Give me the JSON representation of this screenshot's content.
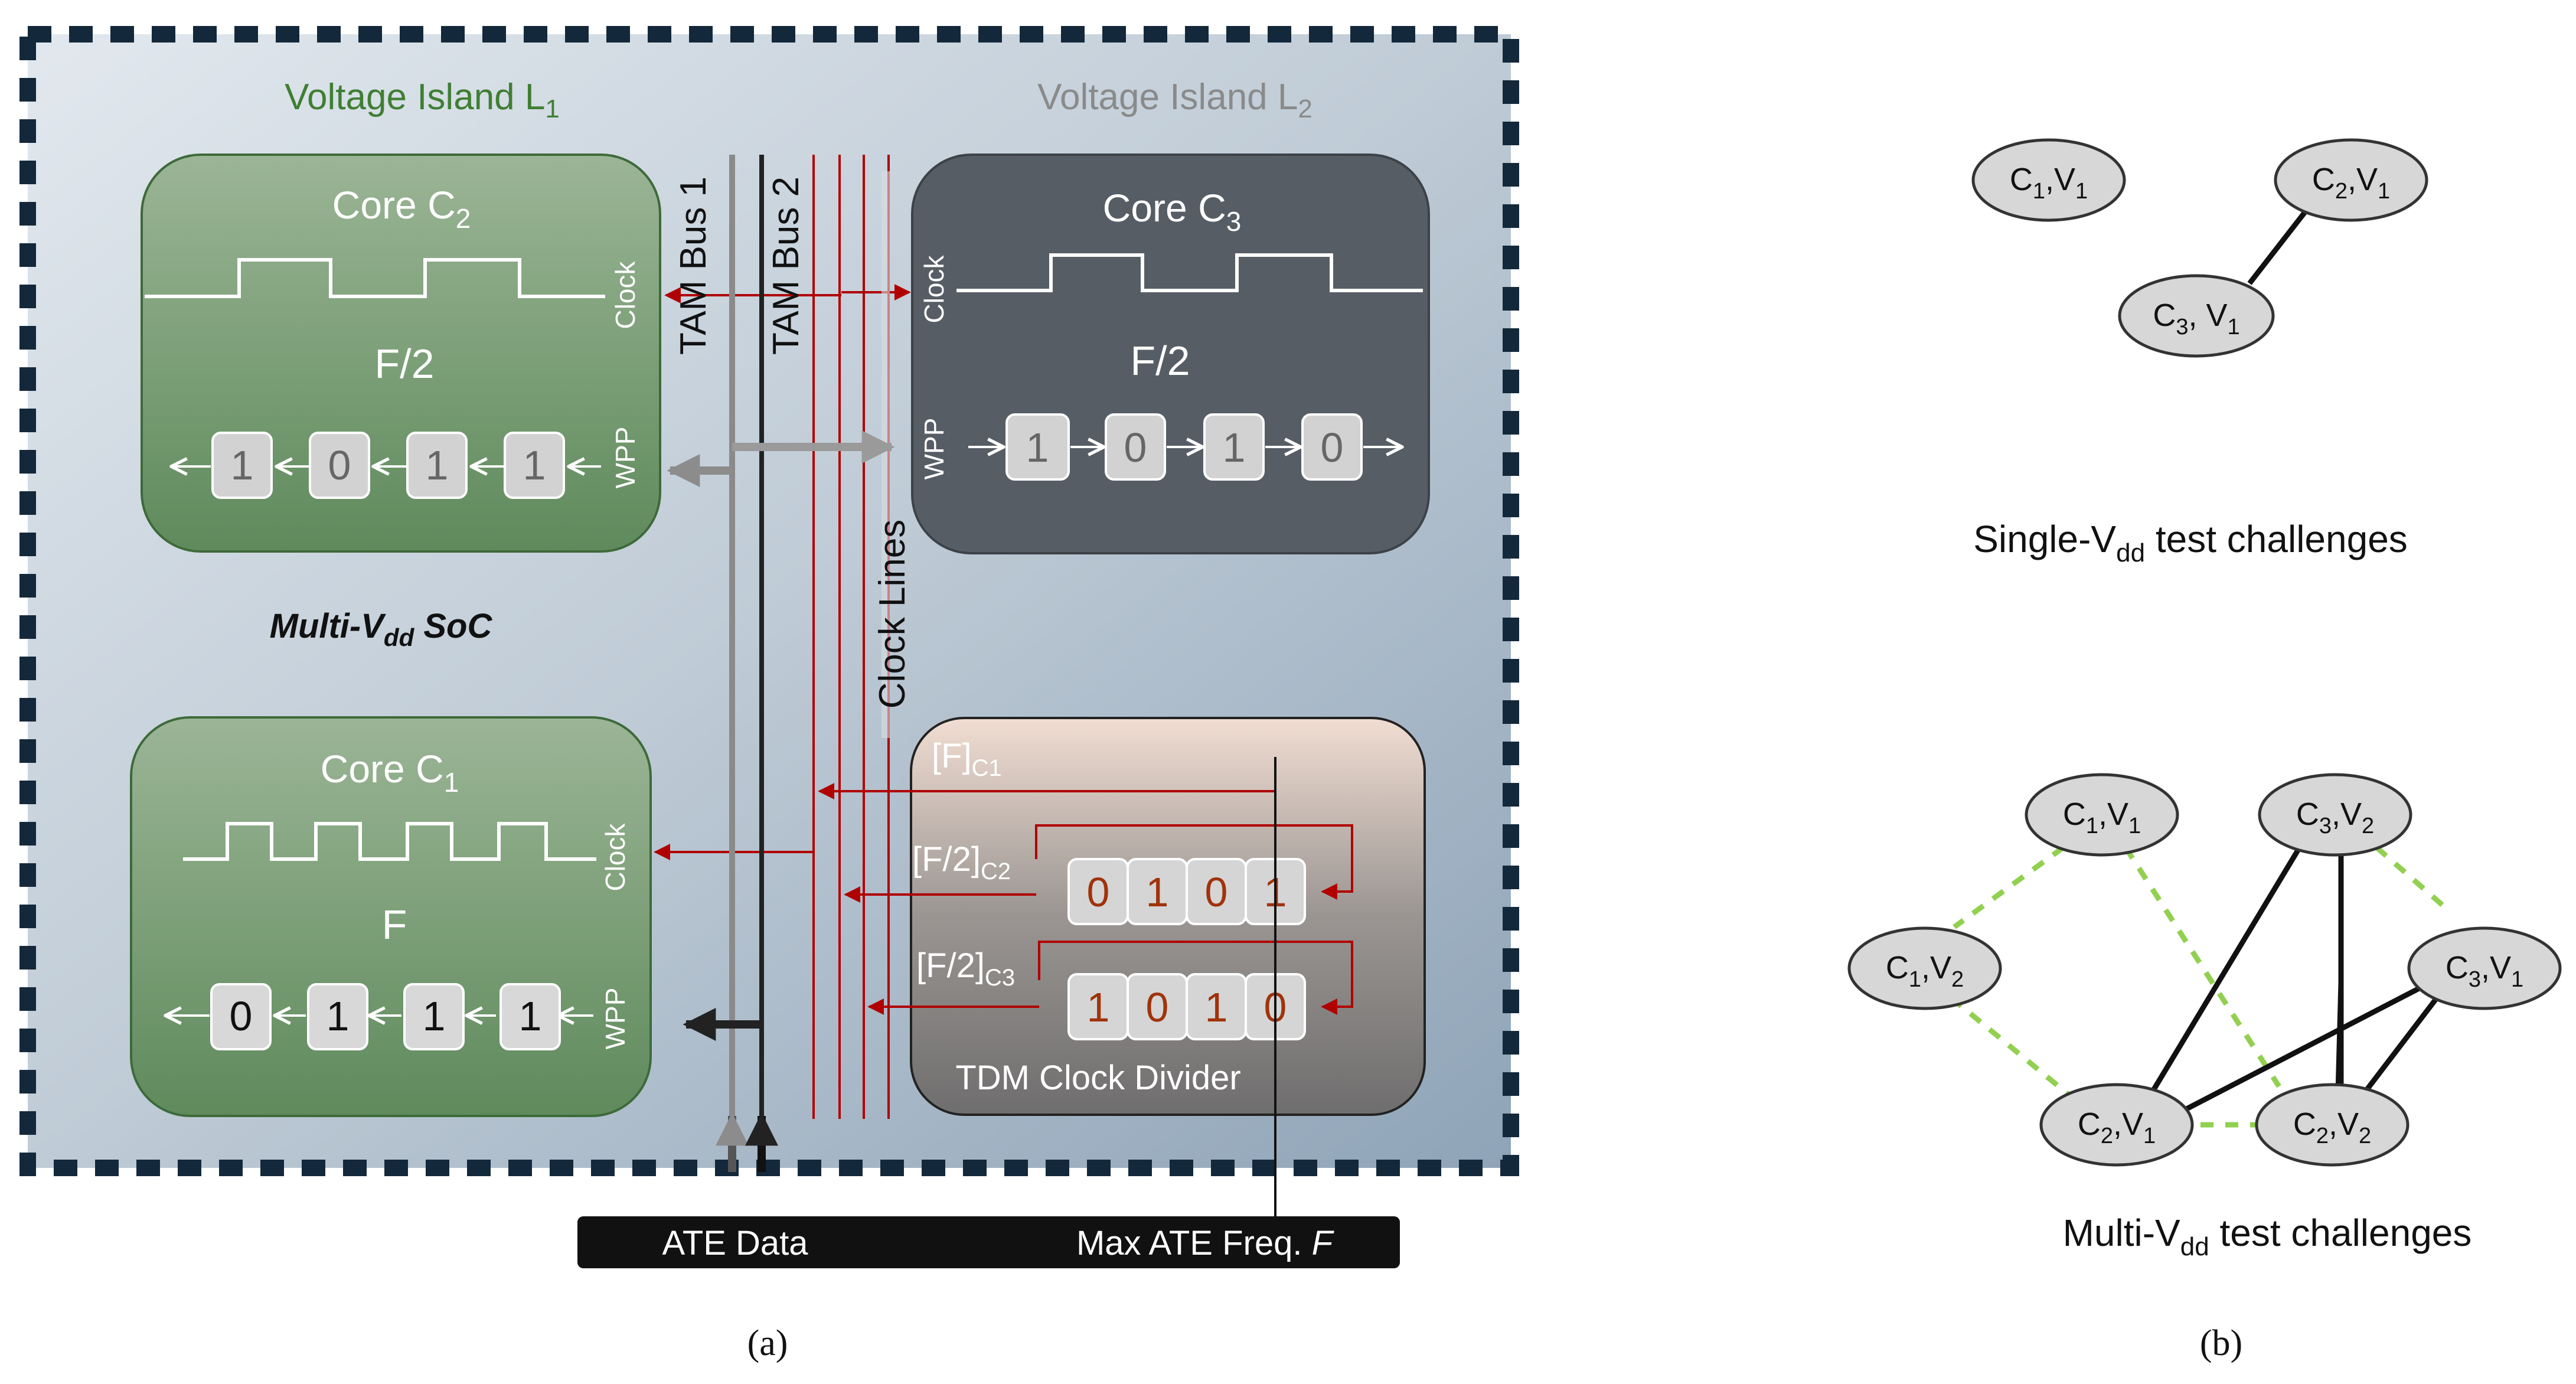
{
  "panel_a": {
    "caption": "(a)",
    "island1": {
      "label": "Voltage Island L",
      "sub": "1"
    },
    "island2": {
      "label": "Voltage Island L",
      "sub": "2"
    },
    "soc": {
      "pre": "Multi-V",
      "sub": "dd",
      "post": " SoC"
    },
    "core_c2": {
      "name": "Core C",
      "sub": "2",
      "freq": "F/2",
      "clock_label": "Clock",
      "wpp_label": "WPP",
      "bits": [
        "1",
        "0",
        "1",
        "1"
      ]
    },
    "core_c3": {
      "name": "Core C",
      "sub": "3",
      "freq": "F/2",
      "clock_label": "Clock",
      "wpp_label": "WPP",
      "bits": [
        "1",
        "0",
        "1",
        "0"
      ]
    },
    "core_c1": {
      "name": "Core C",
      "sub": "1",
      "freq": "F",
      "clock_label": "Clock",
      "wpp_label": "WPP",
      "bits": [
        "0",
        "1",
        "1",
        "1"
      ]
    },
    "tam_bus1": "TAM Bus 1",
    "tam_bus2": "TAM Bus 2",
    "clock_lines": "Clock Lines",
    "tdm": {
      "title": "TDM Clock Divider",
      "f_c1": {
        "main": "[F]",
        "sub": "C1"
      },
      "f_c2": {
        "main": "[F/2]",
        "sub": "C2"
      },
      "f_c3": {
        "main": "[F/2]",
        "sub": "C3"
      },
      "reg1": [
        "0",
        "1",
        "0",
        "1"
      ],
      "reg2": [
        "1",
        "0",
        "1",
        "0"
      ]
    },
    "ate": {
      "data": "ATE Data",
      "freq": "Max ATE Freq. ",
      "freq_var": "F"
    }
  },
  "panel_b": {
    "caption": "(b)",
    "single": {
      "title_pre": "Single-V",
      "title_sub": "dd",
      "title_post": " test challenges",
      "nodes": [
        {
          "id": "c1v1",
          "c": "1",
          "sep": ",",
          "v": "1"
        },
        {
          "id": "c2v1",
          "c": "2",
          "sep": ",",
          "v": "1"
        },
        {
          "id": "c3v1",
          "c": "3",
          "sep": ", ",
          "v": "1"
        }
      ]
    },
    "multi": {
      "title_pre": "Multi-V",
      "title_sub": "dd",
      "title_post": " test challenges",
      "nodes": [
        {
          "id": "c1v1",
          "c": "1",
          "sep": ",",
          "v": "1"
        },
        {
          "id": "c3v2",
          "c": "3",
          "sep": ",",
          "v": "2"
        },
        {
          "id": "c1v2",
          "c": "1",
          "sep": ",",
          "v": "2"
        },
        {
          "id": "c3v1",
          "c": "3",
          "sep": ",",
          "v": "1"
        },
        {
          "id": "c2v1",
          "c": "2",
          "sep": ",",
          "v": "1"
        },
        {
          "id": "c2v2",
          "c": "2",
          "sep": ",",
          "v": "2"
        }
      ]
    }
  },
  "colors": {
    "green_core": "#7a9e78",
    "dark_core": "#555b63",
    "red_wire": "#b00000",
    "island1_text": "#3f7f33",
    "island2_text": "#8a8a8a",
    "dashed_green": "#92d050"
  }
}
